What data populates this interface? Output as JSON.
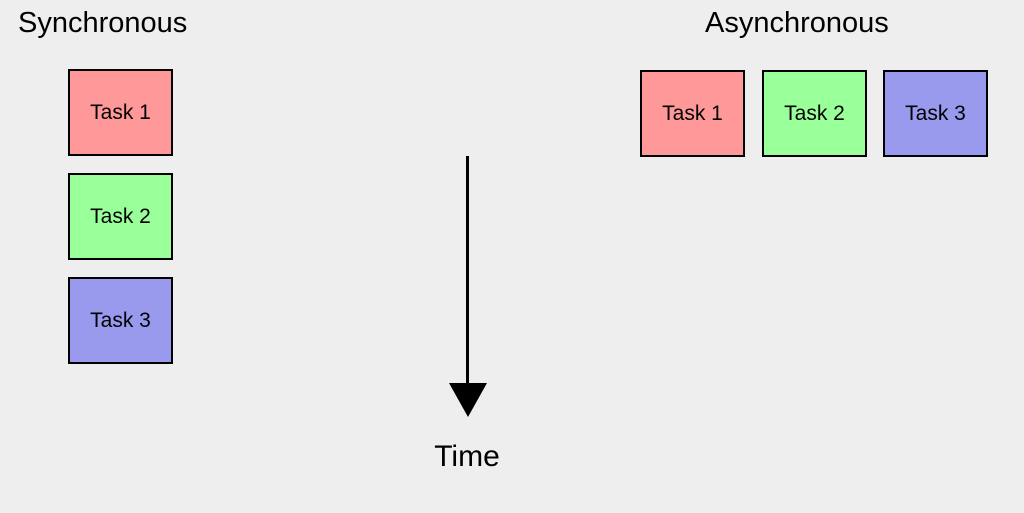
{
  "canvas": {
    "background_color": "#eeeeee",
    "border_color": "#000000",
    "text_color": "#000000"
  },
  "synchronous": {
    "title": "Synchronous",
    "tasks": [
      {
        "label": "Task 1",
        "color": "#ff9999"
      },
      {
        "label": "Task 2",
        "color": "#99ff99"
      },
      {
        "label": "Task 3",
        "color": "#9999ee"
      }
    ]
  },
  "asynchronous": {
    "title": "Asynchronous",
    "tasks": [
      {
        "label": "Task 1",
        "color": "#ff9999"
      },
      {
        "label": "Task 2",
        "color": "#99ff99"
      },
      {
        "label": "Task 3",
        "color": "#9999ee"
      }
    ]
  },
  "timeline": {
    "label": "Time",
    "arrow_direction": "down",
    "arrow_color": "#000000"
  }
}
